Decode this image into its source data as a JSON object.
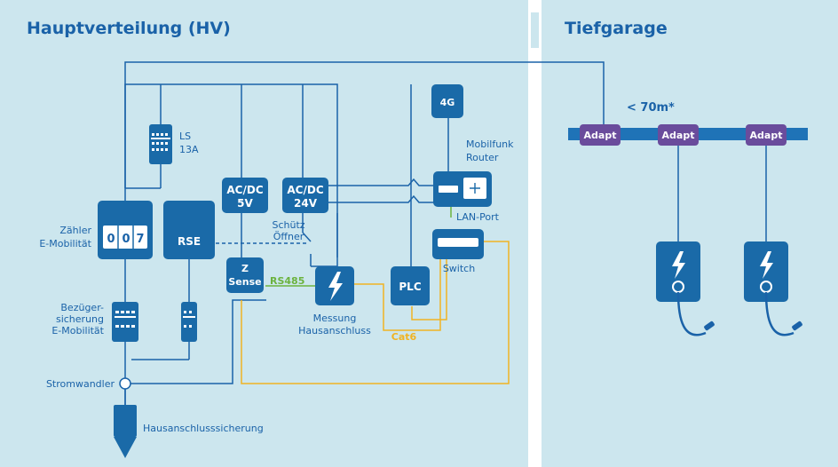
{
  "panels": {
    "left_title": "Hauptverteilung (HV)",
    "right_title": "Tiefgarage"
  },
  "components": {
    "ls": "LS",
    "ls_rating": "13A",
    "acdc5_line1": "AC/DC",
    "acdc5_line2": "5V",
    "acdc24_line1": "AC/DC",
    "acdc24_line2": "24V",
    "router_4g": "4G",
    "router_line1": "Mobilfunk",
    "router_line2": "Router",
    "lan_port": "LAN-Port",
    "switch": "Switch",
    "meter_label_line1": "Zähler",
    "meter_label_line2": "E-Mobilität",
    "meter_digits": [
      "0",
      "0",
      "7"
    ],
    "rse": "RSE",
    "schuetz_line1": "Schütz",
    "schuetz_line2": "Öffner",
    "zsense_line1": "Z",
    "zsense_line2": "Sense",
    "rs485": "RS485",
    "plc": "PLC",
    "messung_line1": "Messung",
    "messung_line2": "Hausanschluss",
    "cat6": "Cat6",
    "bezug_line1": "Bezüger-",
    "bezug_line2": "sicherung",
    "bezug_line3": "E-Mobilität",
    "stromwandler": "Stromwandler",
    "hausanschluss": "Hausanschlusssicherung"
  },
  "garage": {
    "distance": "< 70m*",
    "adapters": [
      "Adapt",
      "Adapt",
      "Adapt"
    ]
  },
  "colors": {
    "background_panel": "#cce6ee",
    "primary_blue": "#1a6aa8",
    "bus_blue": "#1f73b7",
    "adapter_purple": "#6a4c9c",
    "rs485_green": "#6cb33f",
    "cat6_yellow": "#f0b323"
  }
}
